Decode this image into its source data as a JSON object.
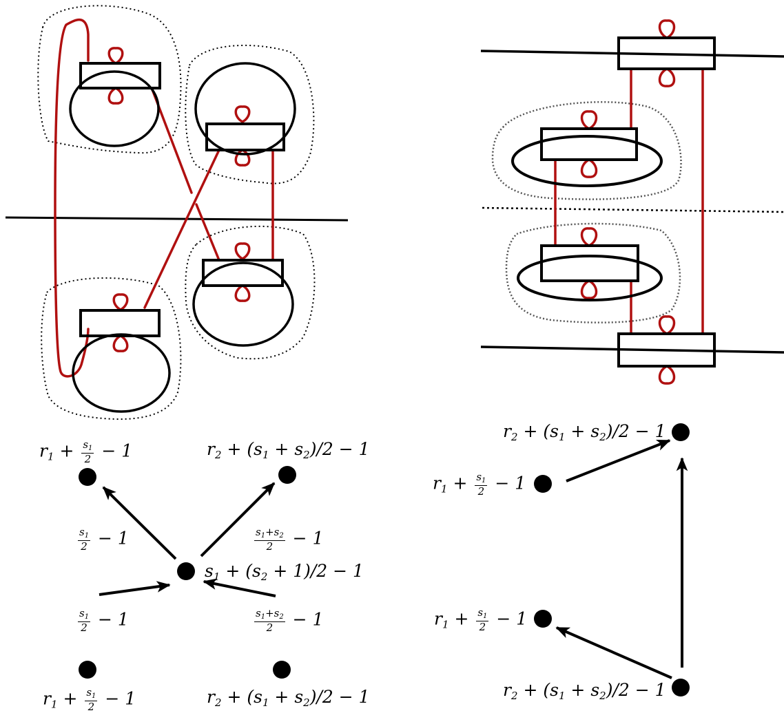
{
  "colors": {
    "strand": "#b01010",
    "ink": "#000000"
  },
  "labels": {
    "l_top_left": "r₁ + s₁/2 − 1",
    "l_top_right": "r₂ + (s₁ + s₂)/2 − 1",
    "l_edge_ul": "s₁/2 − 1",
    "l_edge_ur": "(s₁+s₂)/2 − 1",
    "l_center": "s₁ + (s₂ + 1)/2 − 1",
    "l_edge_ll": "s₁/2 − 1",
    "l_edge_lr": "(s₁+s₂)/2 − 1",
    "l_bot_left": "r₁ + s₁/2 − 1",
    "l_bot_right": "r₂ + (s₁ + s₂)/2 − 1",
    "r_top": "r₂ + (s₁ + s₂)/2 − 1",
    "r_mid_upper": "r₁ + s₁/2 − 1",
    "r_mid_lower": "r₁ + s₁/2 − 1",
    "r_bottom": "r₂ + (s₁ + s₂)/2 − 1"
  }
}
